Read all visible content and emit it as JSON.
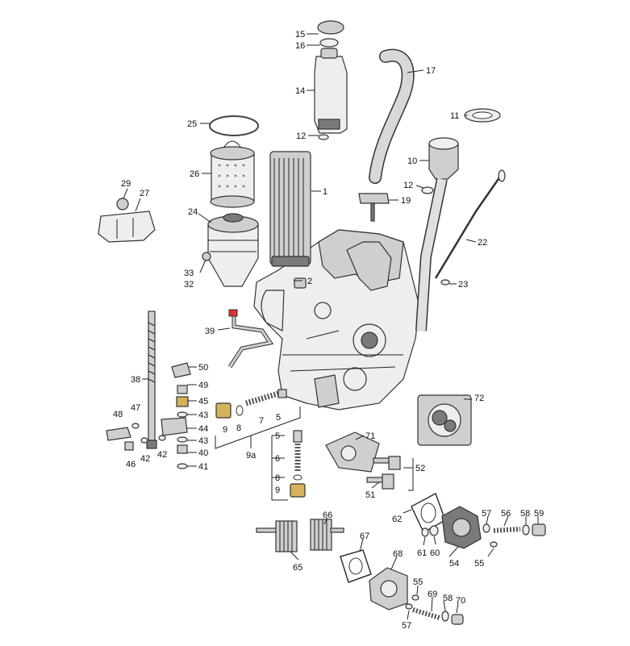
{
  "labels": [
    {
      "id": "p1",
      "text": "1"
    },
    {
      "id": "p2",
      "text": "2"
    },
    {
      "id": "p5a",
      "text": "5"
    },
    {
      "id": "p5b",
      "text": "5"
    },
    {
      "id": "p6",
      "text": "6"
    },
    {
      "id": "p7",
      "text": "7"
    },
    {
      "id": "p8a",
      "text": "8"
    },
    {
      "id": "p8b",
      "text": "8"
    },
    {
      "id": "p9a",
      "text": "9"
    },
    {
      "id": "p9b",
      "text": "9"
    },
    {
      "id": "p9c",
      "text": "9a"
    },
    {
      "id": "p10",
      "text": "10"
    },
    {
      "id": "p11",
      "text": "11"
    },
    {
      "id": "p12a",
      "text": "12"
    },
    {
      "id": "p12b",
      "text": "12"
    },
    {
      "id": "p14",
      "text": "14"
    },
    {
      "id": "p15",
      "text": "15"
    },
    {
      "id": "p16",
      "text": "16"
    },
    {
      "id": "p17",
      "text": "17"
    },
    {
      "id": "p19",
      "text": "19"
    },
    {
      "id": "p22",
      "text": "22"
    },
    {
      "id": "p23",
      "text": "23"
    },
    {
      "id": "p24",
      "text": "24"
    },
    {
      "id": "p25",
      "text": "25"
    },
    {
      "id": "p26",
      "text": "26"
    },
    {
      "id": "p27",
      "text": "27"
    },
    {
      "id": "p29",
      "text": "29"
    },
    {
      "id": "p32",
      "text": "32"
    },
    {
      "id": "p33",
      "text": "33"
    },
    {
      "id": "p38",
      "text": "38"
    },
    {
      "id": "p39",
      "text": "39"
    },
    {
      "id": "p40",
      "text": "40"
    },
    {
      "id": "p41",
      "text": "41"
    },
    {
      "id": "p42a",
      "text": "42"
    },
    {
      "id": "p42b",
      "text": "42"
    },
    {
      "id": "p43a",
      "text": "43"
    },
    {
      "id": "p43b",
      "text": "43"
    },
    {
      "id": "p44",
      "text": "44"
    },
    {
      "id": "p45",
      "text": "45"
    },
    {
      "id": "p46",
      "text": "46"
    },
    {
      "id": "p47",
      "text": "47"
    },
    {
      "id": "p48",
      "text": "48"
    },
    {
      "id": "p49",
      "text": "49"
    },
    {
      "id": "p50",
      "text": "50"
    },
    {
      "id": "p51",
      "text": "51"
    },
    {
      "id": "p52",
      "text": "52"
    },
    {
      "id": "p54",
      "text": "54"
    },
    {
      "id": "p55a",
      "text": "55"
    },
    {
      "id": "p55b",
      "text": "55"
    },
    {
      "id": "p56",
      "text": "56"
    },
    {
      "id": "p57a",
      "text": "57"
    },
    {
      "id": "p57b",
      "text": "57"
    },
    {
      "id": "p58a",
      "text": "58"
    },
    {
      "id": "p58b",
      "text": "58"
    },
    {
      "id": "p59",
      "text": "59"
    },
    {
      "id": "p60",
      "text": "60"
    },
    {
      "id": "p61",
      "text": "61"
    },
    {
      "id": "p62",
      "text": "62"
    },
    {
      "id": "p65",
      "text": "65"
    },
    {
      "id": "p66",
      "text": "66"
    },
    {
      "id": "p67",
      "text": "67"
    },
    {
      "id": "p68",
      "text": "68"
    },
    {
      "id": "p69",
      "text": "69"
    },
    {
      "id": "p70",
      "text": "70"
    },
    {
      "id": "p71",
      "text": "71"
    },
    {
      "id": "p72",
      "text": "72"
    }
  ]
}
